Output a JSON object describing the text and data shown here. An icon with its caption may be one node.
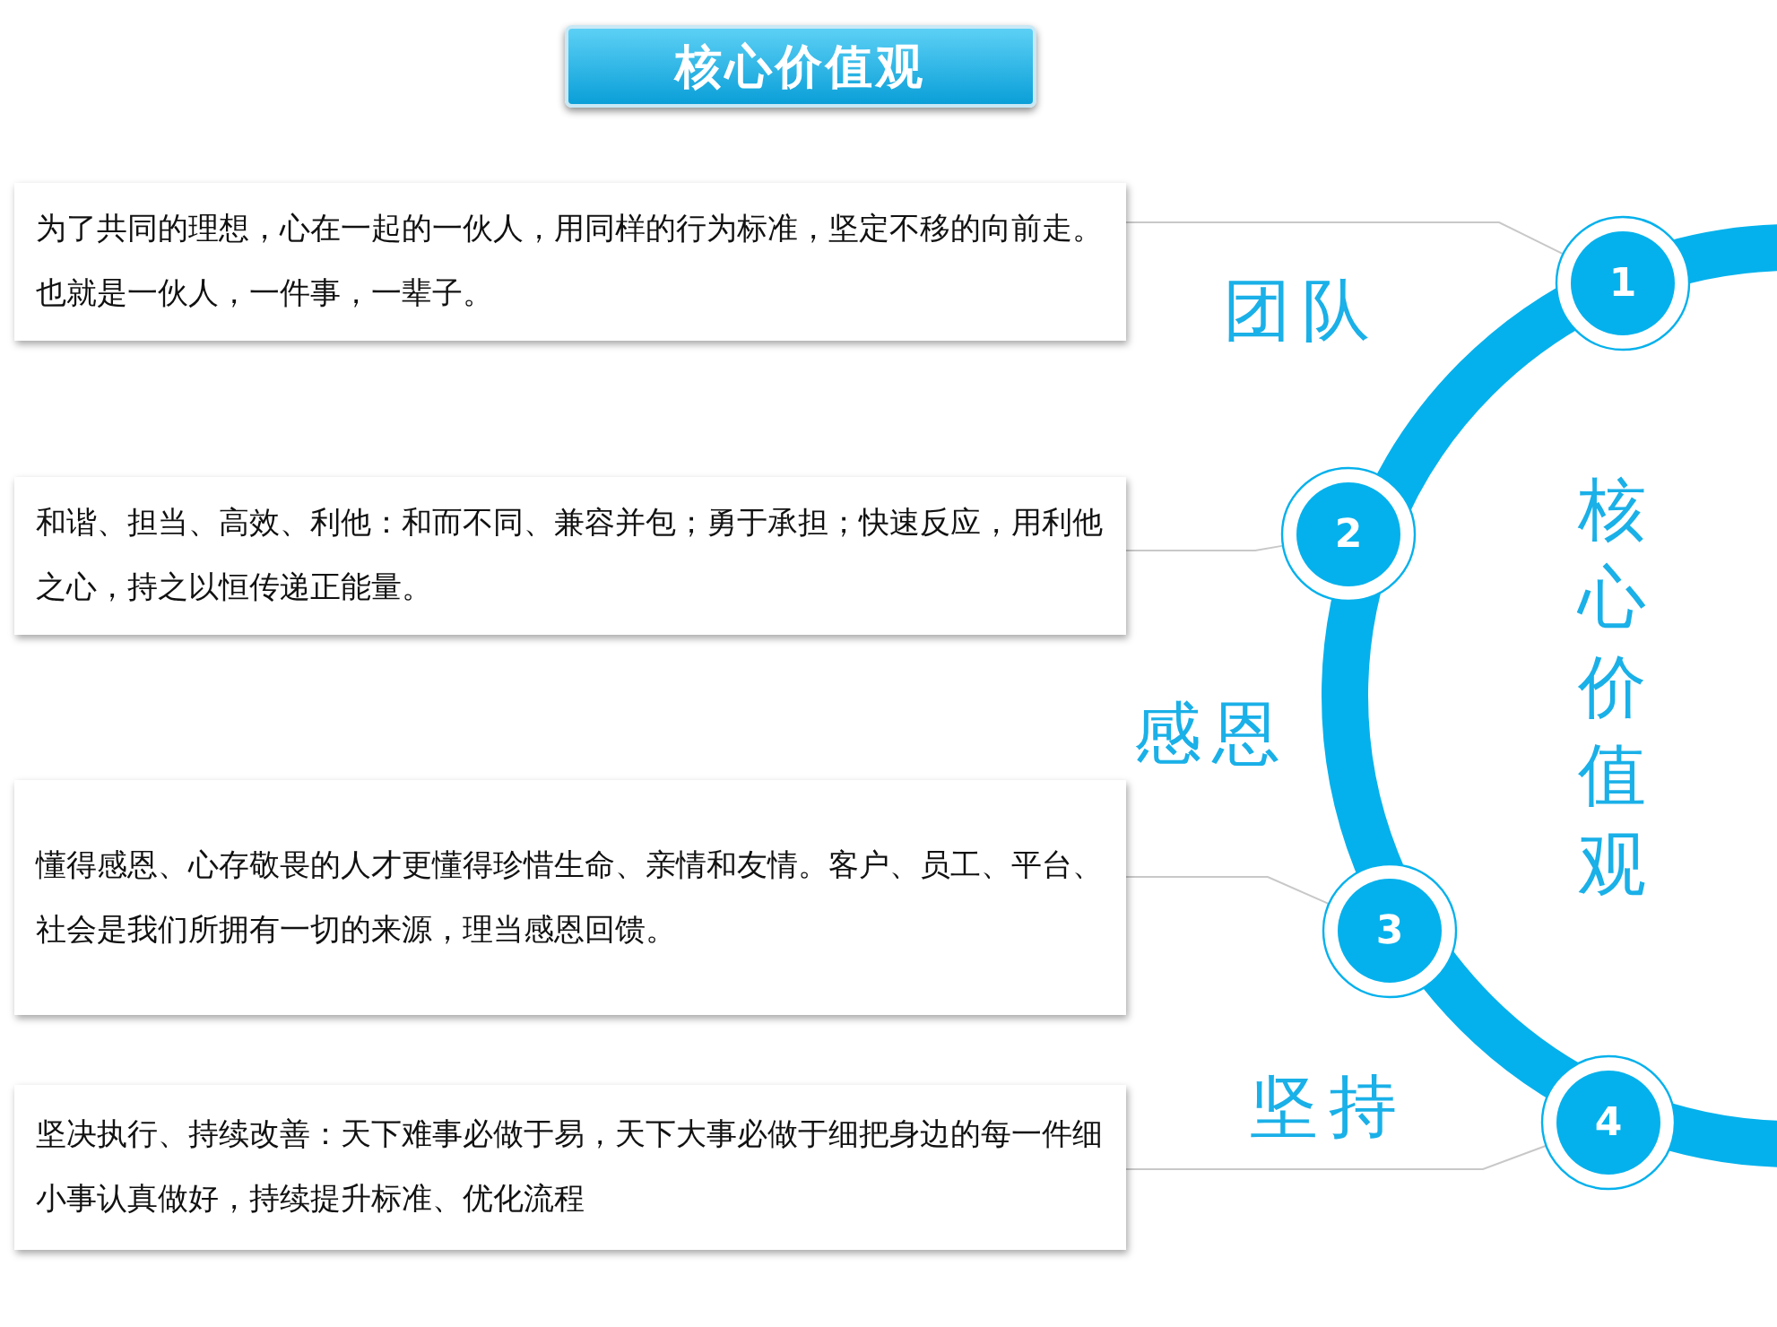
{
  "diagram": {
    "title": "核心价值观",
    "nodes": [
      {
        "text": [
          "为了共同的理想，心在一起的一伙人，用同样的行为标准，坚定不移的向前走。也就是一伙人，一件事，一辈子。"
        ]
      },
      {
        "text": [
          "和谐、担当、高效、利他：和而不同、兼容并包；勇于承担；快速反应，用利他之心，持之以恒传递正能量。"
        ]
      },
      {
        "text": [
          "懂得感恩、心存敬畏的人才更懂得珍惜生命、亲情和友情。客户、员工、平台、社会是我们所拥有一切的来源，理当感恩回馈。"
        ]
      },
      {
        "text": [
          "坚决执行、持续改善：天下难事必做于易，天下大事必做于细把身边的每一件细小事认真做好，持续提升标准、优化流程"
        ]
      },
      {
        "text": [
          "1"
        ]
      },
      {
        "text": [
          "2"
        ]
      },
      {
        "text": [
          "3"
        ]
      },
      {
        "text": [
          "4"
        ]
      }
    ],
    "edges": [
      {
        "from": 0,
        "to": 4,
        "arrow": "none"
      },
      {
        "from": 1,
        "to": 5,
        "arrow": "none"
      },
      {
        "from": 2,
        "to": 6,
        "arrow": "none"
      },
      {
        "from": 3,
        "to": 7,
        "arrow": "none"
      }
    ],
    "labels": [
      "团队",
      "核心价值观",
      "感恩",
      "坚持"
    ]
  }
}
